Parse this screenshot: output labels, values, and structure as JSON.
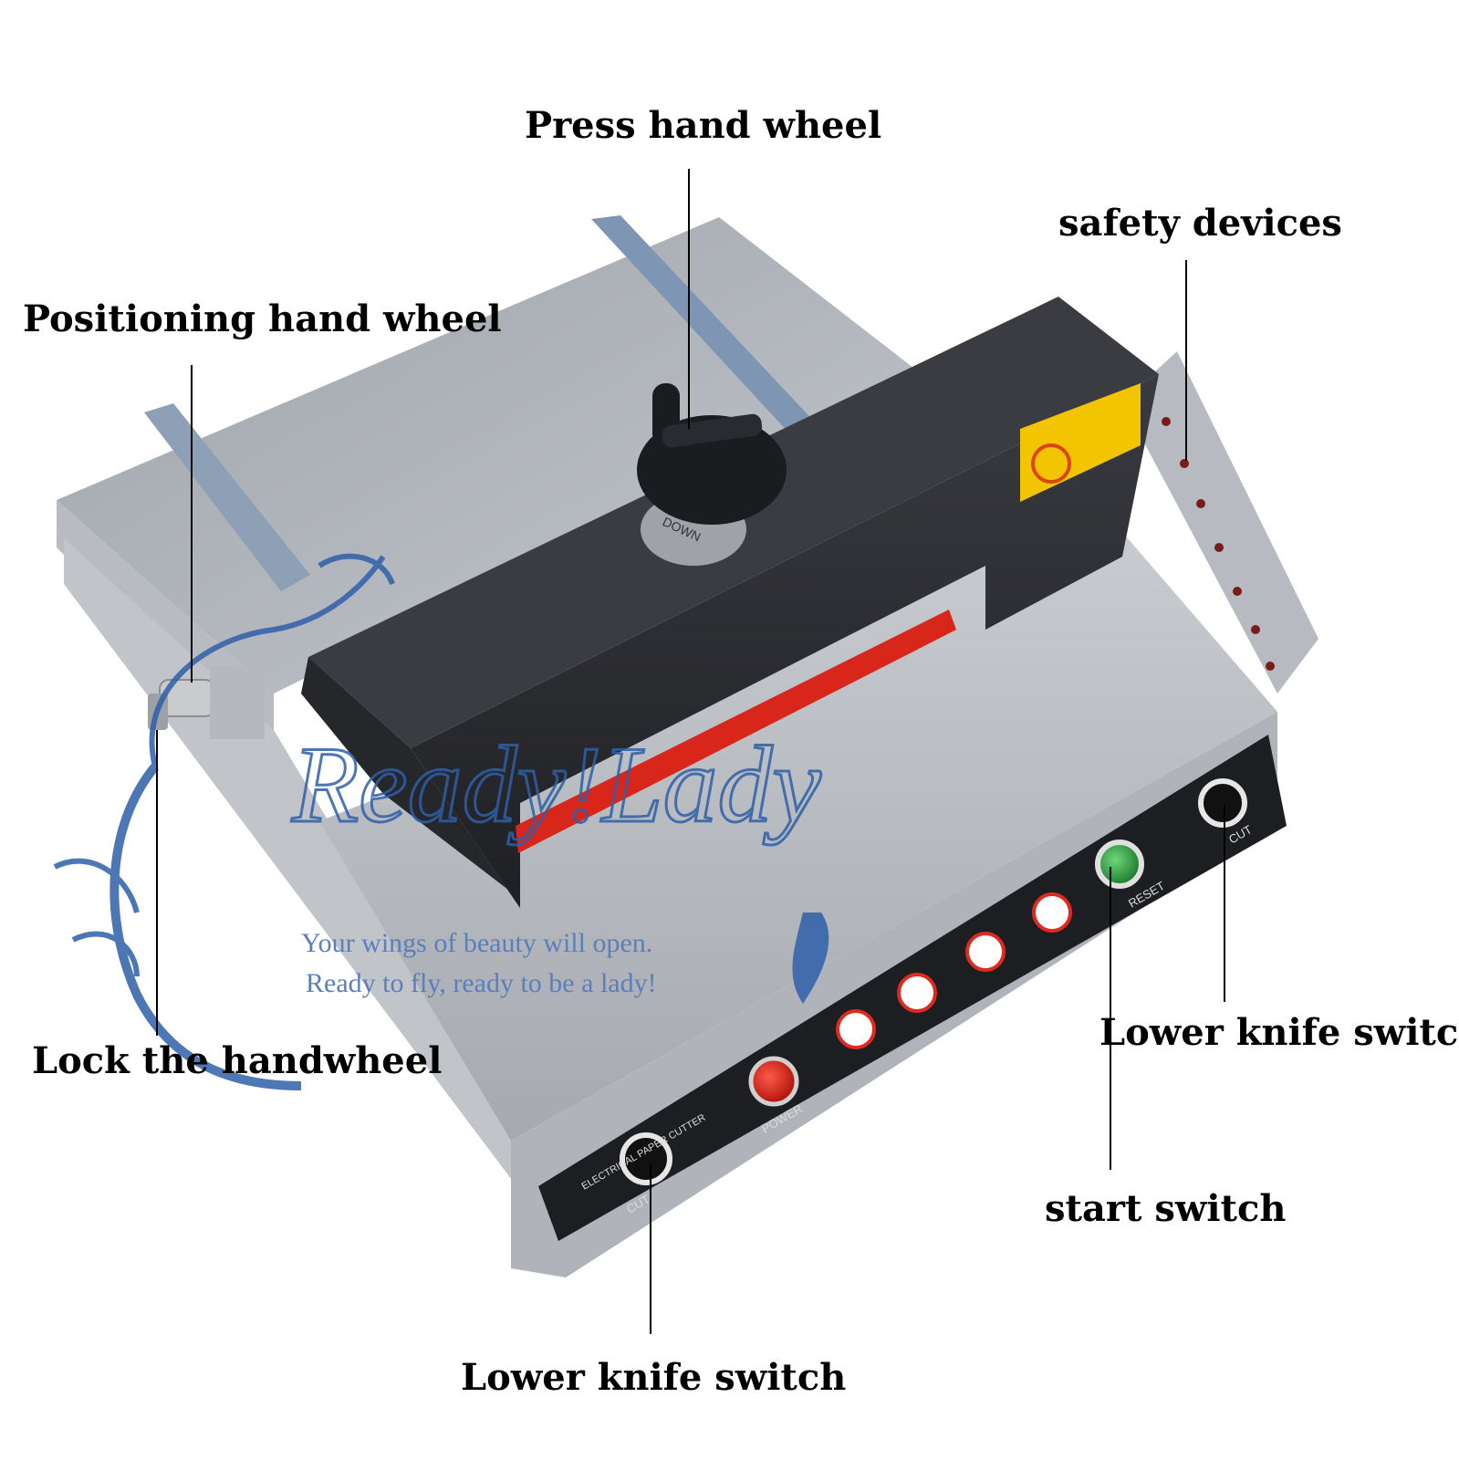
{
  "labels": {
    "press_hand_wheel": "Press hand wheel",
    "safety_devices": "safety devices",
    "positioning_hand_wheel": "Positioning hand wheel",
    "lock_the_handwheel": "Lock the handwheel",
    "lower_knife_switch_right": "Lower knife switch",
    "start_switch": "start switch",
    "lower_knife_switch_bottom": "Lower knife switch"
  },
  "panel": {
    "model_text": "ELECTRICAL PAPER CUTTER",
    "cut_label": "CUT",
    "power_label": "POWER",
    "reset_label": "RESET",
    "cut_right_label": "CUT",
    "wheel_text": "DOWN"
  },
  "watermark": {
    "brand": "Ready!Lady",
    "tagline_1": "Your wings of beauty will open.",
    "tagline_2": "Ready to fly, ready to be a lady!"
  },
  "colors": {
    "body_metal": "#a9adb3",
    "cutter_bar": "#2b2c30",
    "red_strip": "#d8261b",
    "power_button": "#d31f17",
    "start_button": "#2e9b3c",
    "warning_label": "#f2c500",
    "watermark": "#2f5fa8"
  }
}
